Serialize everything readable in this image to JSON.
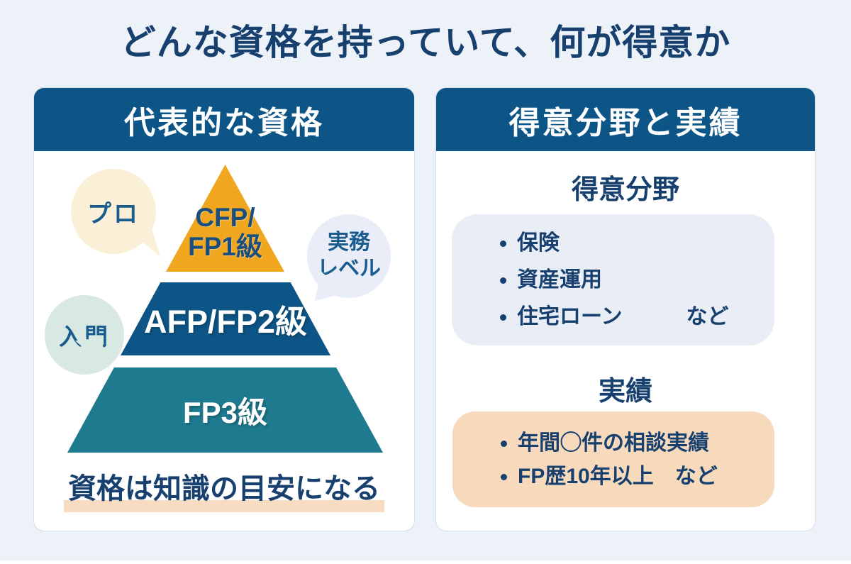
{
  "page": {
    "title": "どんな資格を持っていて、何が得意か",
    "background_color": "#EDF1F8",
    "accent_colors": {
      "header_blue": "#0D5586",
      "navy_text": "#17406F",
      "orange": "#F0A71F",
      "teal": "#1E7A8E",
      "lavender_box": "#E9EDF6",
      "peach_box": "#F7DABC",
      "highlight_peach": "#F8DCC2",
      "bubble_cream": "#FAF0D8",
      "bubble_blue_grey": "#E8EDF7",
      "bubble_mint": "#D8E9E4"
    }
  },
  "left_panel": {
    "header": "代表的な資格",
    "pyramid": {
      "levels": [
        {
          "name": "professional",
          "line1": "CFP/",
          "line2": "FP1級",
          "color": "#F0A71F"
        },
        {
          "name": "intermediate",
          "label": "AFP/FP2級",
          "color": "#0D5586"
        },
        {
          "name": "entry",
          "label": "FP3級",
          "color": "#1E7A8E"
        }
      ]
    },
    "bubbles": [
      {
        "name": "pro",
        "label": "プロ",
        "color": "#FAF0D8"
      },
      {
        "name": "practical-level",
        "line1": "実務",
        "line2": "レベル",
        "color": "#E8EDF7"
      },
      {
        "name": "beginner",
        "label": "入門",
        "color": "#D8E9E4"
      }
    ],
    "caption": "資格は知識の目安になる"
  },
  "right_panel": {
    "header": "得意分野と実績",
    "specialty": {
      "heading": "得意分野",
      "items": [
        "保険",
        "資産運用",
        "住宅ローン　　　など"
      ]
    },
    "results": {
      "heading": "実績",
      "items": [
        "年間◯件の相談実績",
        "FP歴10年以上　など"
      ]
    }
  }
}
